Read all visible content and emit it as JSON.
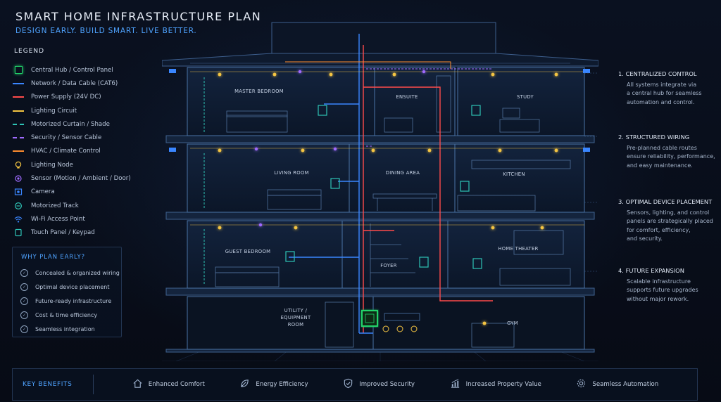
{
  "header": {
    "title": "SMART HOME INFRASTRUCTURE PLAN",
    "subtitle": "DESIGN EARLY. BUILD SMART. LIVE BETTER."
  },
  "legend": {
    "heading": "LEGEND",
    "items": [
      {
        "label": "Central Hub / Control Panel",
        "symbol": "square",
        "color": "#22d36a"
      },
      {
        "label": "Network / Data Cable (CAT6)",
        "symbol": "line",
        "color": "#3a86ff"
      },
      {
        "label": "Power Supply (24V DC)",
        "symbol": "line",
        "color": "#ff4b4b"
      },
      {
        "label": "Lighting Circuit",
        "symbol": "line",
        "color": "#f5c542"
      },
      {
        "label": "Motorized Curtain / Shade",
        "symbol": "dash",
        "color": "#2ec4b6"
      },
      {
        "label": "Security / Sensor Cable",
        "symbol": "dash",
        "color": "#a06bff"
      },
      {
        "label": "HVAC / Climate Control",
        "symbol": "line",
        "color": "#ff8c2e"
      },
      {
        "label": "Lighting Node",
        "symbol": "bulb-icon",
        "color": "#f5c542"
      },
      {
        "label": "Sensor (Motion / Ambient / Door)",
        "symbol": "sensor-icon",
        "color": "#a06bff"
      },
      {
        "label": "Camera",
        "symbol": "camera-icon",
        "color": "#3a86ff"
      },
      {
        "label": "Motorized Track",
        "symbol": "track-icon",
        "color": "#2ec4b6"
      },
      {
        "label": "Wi-Fi Access Point",
        "symbol": "wifi-icon",
        "color": "#3a86ff"
      },
      {
        "label": "Touch Panel / Keypad",
        "symbol": "panel-icon",
        "color": "#2ec4b6"
      }
    ]
  },
  "why": {
    "heading": "WHY PLAN EARLY?",
    "items": [
      "Concealed & organized wiring",
      "Optimal device placement",
      "Future-ready infrastructure",
      "Cost & time efficiency",
      "Seamless integration"
    ]
  },
  "rooms": {
    "master_bedroom": "MASTER BEDROOM",
    "ensuite": "ENSUITE",
    "study": "STUDY",
    "living_room": "LIVING ROOM",
    "dining_area": "DINING AREA",
    "kitchen": "KITCHEN",
    "guest_bedroom": "GUEST BEDROOM",
    "foyer": "FOYER",
    "home_theater": "HOME THEATER",
    "utility_1": "UTILITY /",
    "utility_2": "EQUIPMENT",
    "utility_3": "ROOM",
    "gym": "GYM"
  },
  "notes": [
    {
      "number": "1.",
      "title": "CENTRALIZED CONTROL",
      "lines": [
        "All systems integrate via",
        "a central hub for seamless",
        "automation and control."
      ]
    },
    {
      "number": "2.",
      "title": "STRUCTURED WIRING",
      "lines": [
        "Pre-planned cable routes",
        "ensure reliability, performance,",
        "and easy maintenance."
      ]
    },
    {
      "number": "3.",
      "title": "OPTIMAL DEVICE PLACEMENT",
      "lines": [
        "Sensors, lighting, and control",
        "panels are strategically placed",
        "for comfort, efficiency,",
        "and security."
      ]
    },
    {
      "number": "4.",
      "title": "FUTURE EXPANSION",
      "lines": [
        "Scalable infrastructure",
        "supports future upgrades",
        "without major rework."
      ]
    }
  ],
  "benefits": {
    "heading": "KEY BENEFITS",
    "items": [
      {
        "label": "Enhanced Comfort",
        "icon": "home-icon"
      },
      {
        "label": "Energy Efficiency",
        "icon": "leaf-icon"
      },
      {
        "label": "Improved Security",
        "icon": "shield-icon"
      },
      {
        "label": "Increased Property Value",
        "icon": "chart-icon"
      },
      {
        "label": "Seamless Automation",
        "icon": "gear-icon"
      }
    ]
  },
  "colors": {
    "accent": "#4fa3ff",
    "hub": "#22d36a",
    "network": "#3a86ff",
    "power": "#ff4b4b",
    "lighting": "#f5c542",
    "curtain": "#2ec4b6",
    "security": "#a06bff",
    "hvac": "#ff8c2e"
  }
}
